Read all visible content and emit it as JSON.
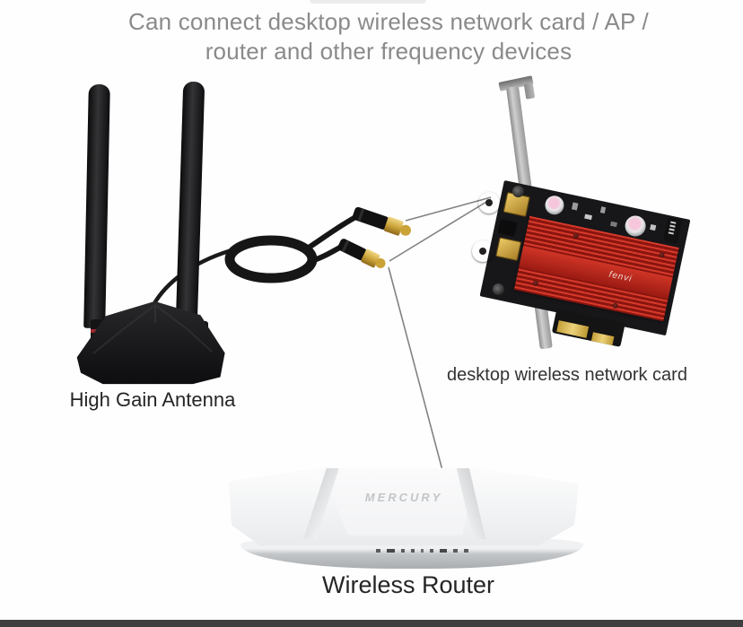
{
  "page": {
    "title_line1": "Can connect desktop wireless network card / AP /",
    "title_line2": "router and other frequency devices"
  },
  "labels": {
    "antenna": "High Gain Antenna",
    "card": "desktop wireless network card",
    "router": "Wireless Router"
  },
  "branding": {
    "heatsink_logo": "fenvi",
    "router_logo": "MERCURY"
  },
  "components": {
    "antenna": "dual high-gain antennas on magnetic base with coiled coax cable and two gold SMA connectors",
    "card": "PCIe x1 desktop wireless network card with red finned heatsink and metal bracket",
    "router": "white wireless router with status indicator LEDs"
  },
  "colors": {
    "title_text": "#8a8a8a",
    "label_text": "#252525",
    "heatsink_red": "#c1271d",
    "connector_gold": "#d2a733",
    "antenna_black": "#141414",
    "bracket_gray": "#a8a8a8",
    "bottom_bar": "#3e3e3e"
  }
}
